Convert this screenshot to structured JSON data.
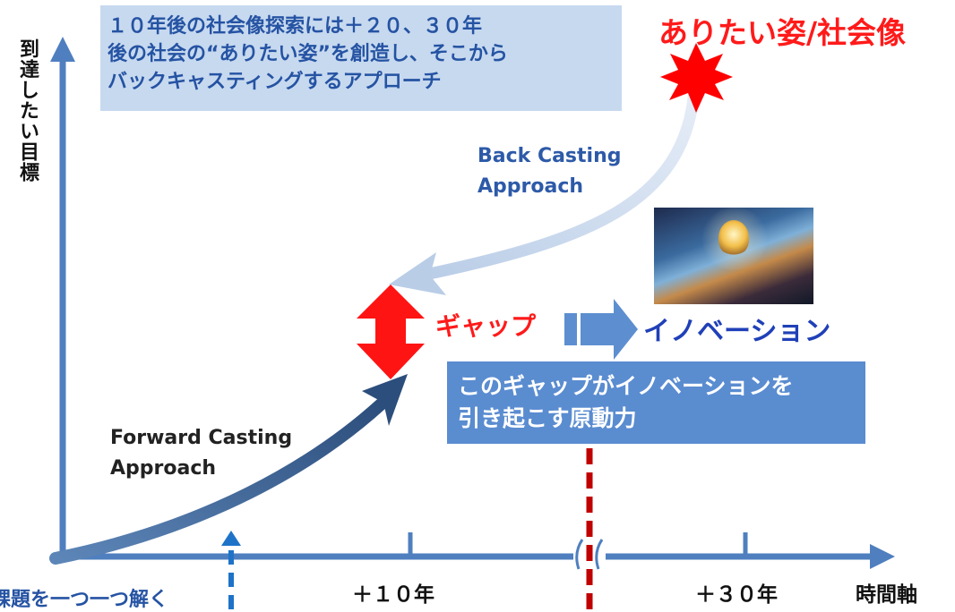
{
  "intro_box": {
    "lines": [
      "１０年後の社会像探索には＋２０、３０年",
      "後の社会の“ありたい姿”を創造し、そこから",
      "バックキャスティングするアプローチ"
    ]
  },
  "ideal_title": "ありたい姿/社会像",
  "y_axis_label": "到達したい目標",
  "x_axis_label": "時間軸",
  "back_casting": {
    "line1": "Back Casting",
    "line2": "Approach"
  },
  "forward_casting": {
    "line1": "Forward Casting",
    "line2": "Approach"
  },
  "gap_label": "ギャップ",
  "innovation_label": "イノベーション",
  "gap_box": {
    "lines": [
      "このギャップがイノベーションを",
      "引き起こす原動力"
    ]
  },
  "ticks": {
    "plus10": "＋１０年",
    "plus30": "＋３０年"
  },
  "solve_label": "課題を一つ一つ解く",
  "colors": {
    "axis": "#4f7fbf",
    "intro_box": "#c7d9ef",
    "gap_box": "#5a8cd0",
    "ideal_star": "#ff0000",
    "gap_arrow": "#ff0000",
    "forward_arrow": "#3b5f8f",
    "back_arrow": "#c9d8ec",
    "red_dashed": "#c00000",
    "blue_dashed": "#1e73c8"
  },
  "icons": {
    "burst": "red-burst-icon",
    "gap_double_arrow": "double-vertical-arrow-icon",
    "right_block_arrow": "block-arrow-right-icon",
    "innovation_photo": "lightbulb-photo"
  }
}
